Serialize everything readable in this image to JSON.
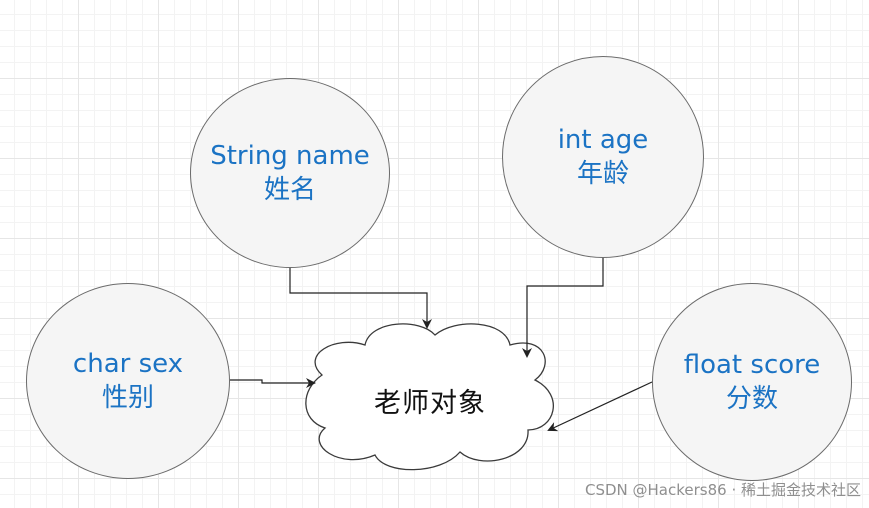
{
  "diagram": {
    "center": {
      "label": "老师对象"
    },
    "nodes": [
      {
        "id": "string-name",
        "line1": "String name",
        "line2": "姓名"
      },
      {
        "id": "int-age",
        "line1": "int age",
        "line2": "年龄"
      },
      {
        "id": "char-sex",
        "line1": "char sex",
        "line2": "性别"
      },
      {
        "id": "float-score",
        "line1": "float score",
        "line2": "分数"
      }
    ],
    "edges": [
      {
        "from": "string-name",
        "to": "center"
      },
      {
        "from": "int-age",
        "to": "center"
      },
      {
        "from": "char-sex",
        "to": "center"
      },
      {
        "from": "float-score",
        "to": "center"
      }
    ],
    "colors": {
      "node_text": "#1b73c4",
      "node_fill": "#f5f5f5",
      "node_border": "#6b6b6b",
      "edge": "#222222",
      "center_text": "#111111"
    }
  },
  "watermark": {
    "text": "CSDN @Hackers86 · 稀土掘金技术社区"
  }
}
